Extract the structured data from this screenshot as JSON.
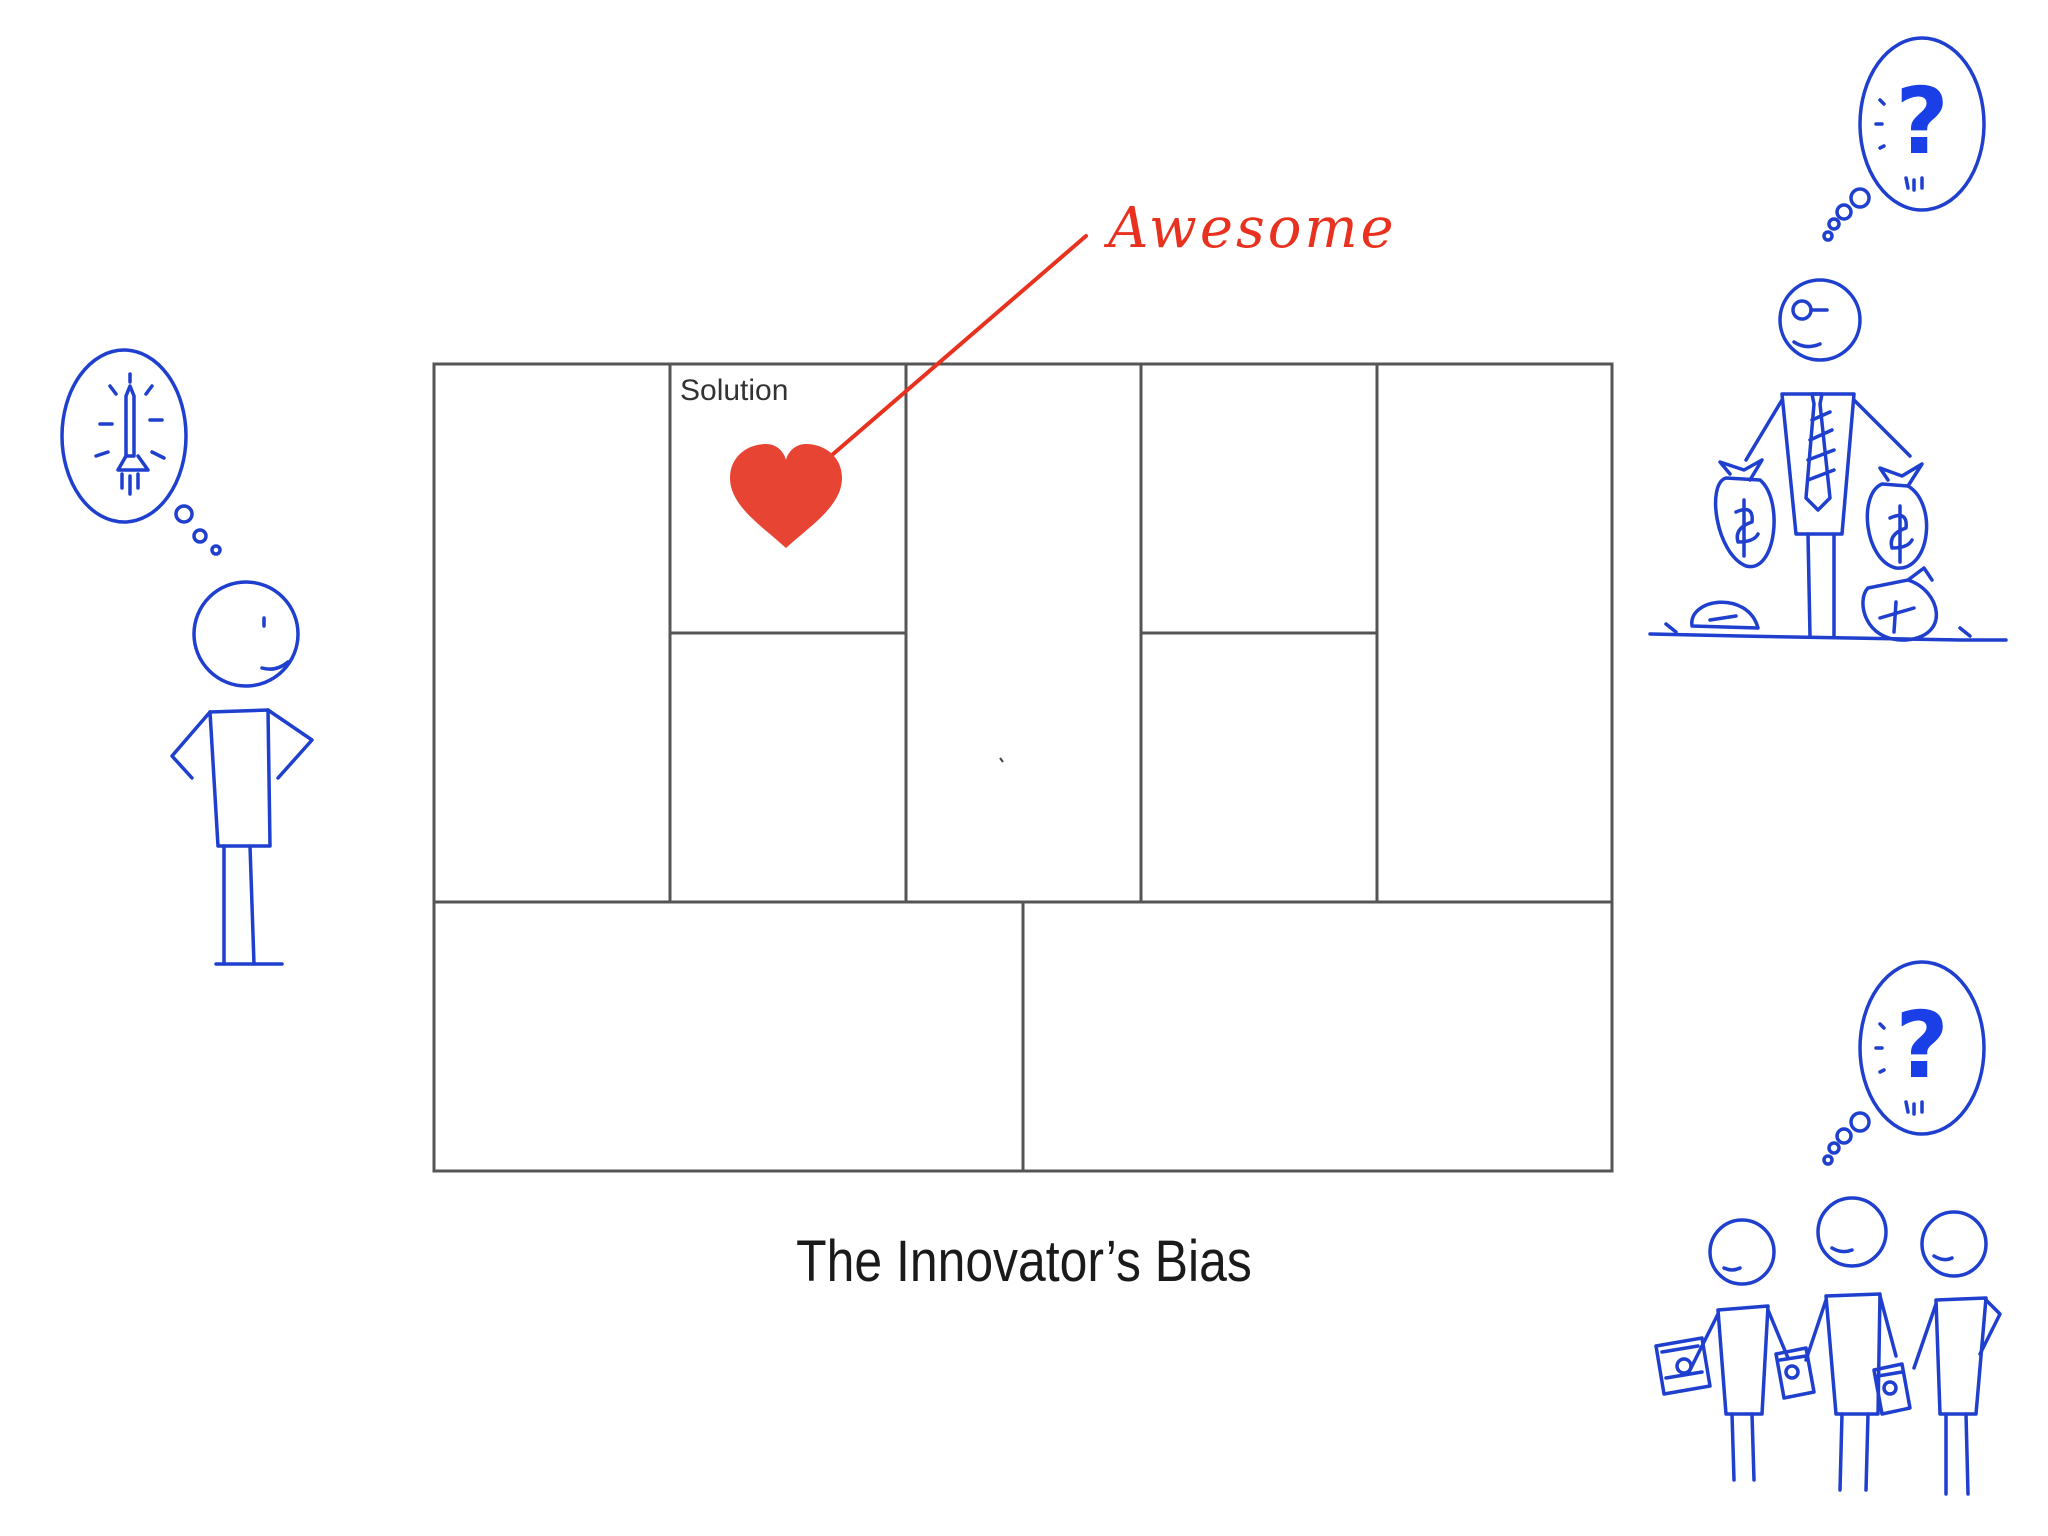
{
  "canvas": {
    "cells": [
      {
        "id": "col1",
        "label": ""
      },
      {
        "id": "solution",
        "label": "Solution"
      },
      {
        "id": "col2-bottom",
        "label": ""
      },
      {
        "id": "col3",
        "label": ""
      },
      {
        "id": "col4-top",
        "label": ""
      },
      {
        "id": "col4-bottom",
        "label": ""
      },
      {
        "id": "col5",
        "label": ""
      },
      {
        "id": "bottom-left",
        "label": ""
      },
      {
        "id": "bottom-right",
        "label": ""
      }
    ],
    "solution_label": "Solution"
  },
  "annotation": {
    "text": "Awesome",
    "color": "#e8321f",
    "heart_icon": "heart-icon"
  },
  "caption": "The Innovator’s Bias",
  "thought_bubbles": {
    "innovator": "rocket-icon",
    "investor": "?",
    "customers": "?"
  },
  "colors": {
    "sketch_blue": "#1f3fce",
    "grid_gray": "#555555",
    "accent_red": "#e8321f",
    "question_blue": "#1a3fe6"
  }
}
